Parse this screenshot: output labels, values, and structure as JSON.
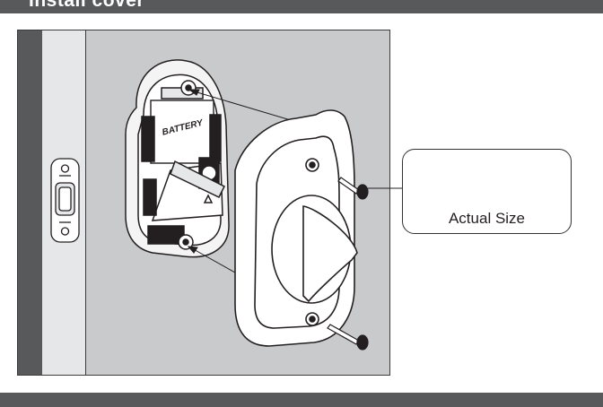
{
  "header": {
    "title": "Install cover"
  },
  "figure": {
    "battery_label": "BATTERY",
    "callout_label": "Actual Size"
  },
  "colors": {
    "bar": "#58595b",
    "door": "#c9cacc",
    "jamb": "#e6e7e8",
    "line": "#231f20"
  }
}
